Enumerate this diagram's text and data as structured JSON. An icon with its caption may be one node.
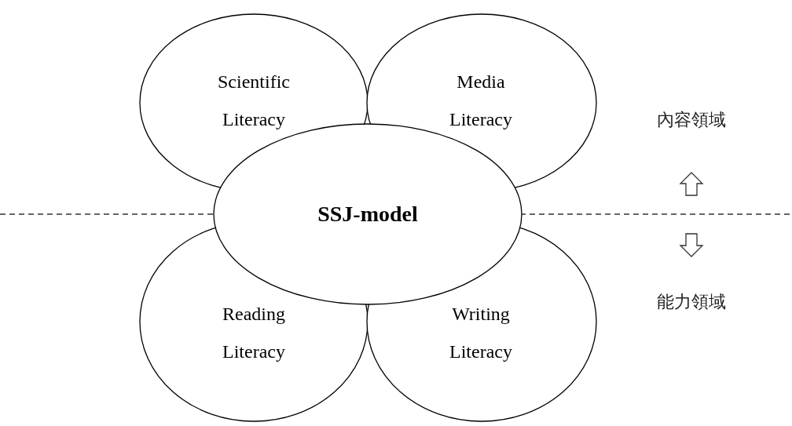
{
  "diagram": {
    "nodes": [
      {
        "text": [
          "Scientific Literacy"
        ]
      },
      {
        "text": [
          "Media Literacy"
        ]
      },
      {
        "text": [
          "SSJ-model"
        ]
      },
      {
        "text": [
          "Reading Literacy"
        ]
      },
      {
        "text": [
          "Writing Literacy"
        ]
      }
    ],
    "edges": [],
    "labels": [
      "內容領域",
      "能力領域"
    ]
  }
}
